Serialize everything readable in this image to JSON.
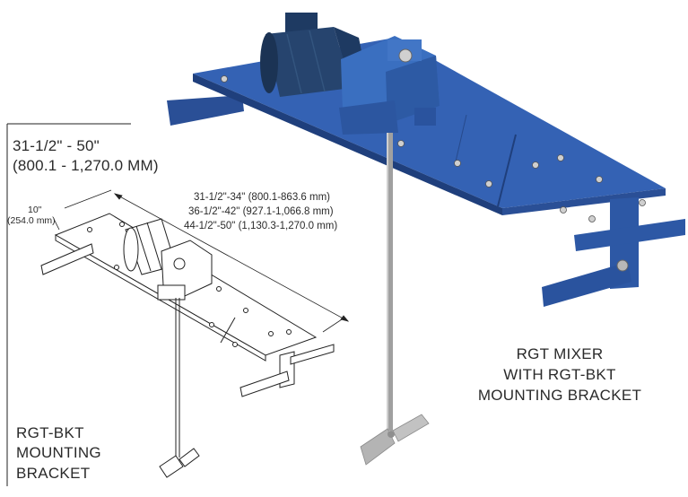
{
  "range_label": {
    "inches": "31-1/2\" - 50\"",
    "mm": "(800.1 - 1,270.0 MM)"
  },
  "offset_dimension": {
    "inches": "10\"",
    "mm": "(254.0 mm)"
  },
  "length_options": [
    "31-1/2\"-34\" (800.1-863.6 mm)",
    "36-1/2\"-42\" (927.1-1,066.8 mm)",
    "44-1/2\"-50\" (1,130.3-1,270.0 mm)"
  ],
  "left_caption": [
    "RGT-BKT",
    "MOUNTING",
    "BRACKET"
  ],
  "right_caption": [
    "RGT MIXER",
    "WITH RGT-BKT",
    "MOUNTING BRACKET"
  ],
  "colors": {
    "bracket_blue": "#2e5aa8",
    "bracket_shadow": "#1d3d78",
    "motor_blue": "#26446e",
    "shaft_gray": "#9a9a9a",
    "line_art": "#222222"
  }
}
